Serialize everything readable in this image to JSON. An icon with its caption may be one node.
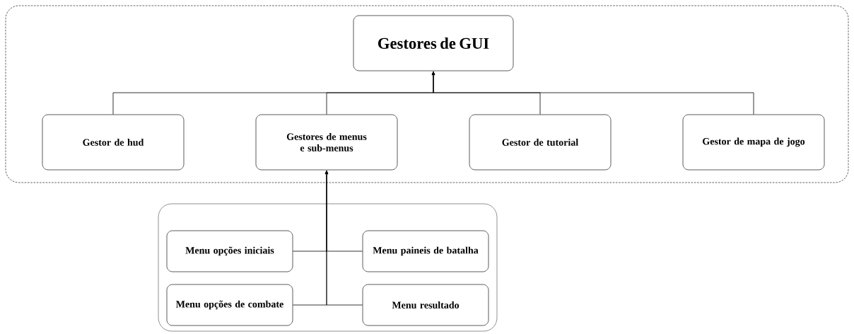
{
  "diagram": {
    "nodes": [
      {
        "text": [],
        "shape": "box"
      },
      {
        "text": [
          "Gestores de GUI"
        ],
        "in": 0
      },
      {
        "text": [
          "Gestor de hud"
        ],
        "in": 0
      },
      {
        "text": [
          "Gestores de menus e sub-menus"
        ],
        "in": 0
      },
      {
        "text": [
          "Gestor de tutorial"
        ],
        "in": 0
      },
      {
        "text": [
          "Gestor de mapa de jogo"
        ],
        "in": 0
      },
      {
        "text": [],
        "shape": "box"
      },
      {
        "text": [
          "Menu opções iniciais"
        ],
        "in": 6
      },
      {
        "text": [
          "Menu paineis de batalha"
        ],
        "in": 6
      },
      {
        "text": [
          "Menu opções de combate"
        ],
        "in": 6
      },
      {
        "text": [
          "Menu resultado"
        ],
        "in": 6
      }
    ],
    "edges": [
      {
        "from": 2,
        "to": 1,
        "arrow": "to"
      },
      {
        "from": 3,
        "to": 1,
        "arrow": "to"
      },
      {
        "from": 4,
        "to": 1,
        "arrow": "to"
      },
      {
        "from": 5,
        "to": 1,
        "arrow": "to"
      },
      {
        "from": 7,
        "to": 3,
        "arrow": "to"
      },
      {
        "from": 8,
        "to": 3,
        "arrow": "to"
      },
      {
        "from": 9,
        "to": 3,
        "arrow": "to"
      },
      {
        "from": 10,
        "to": 3,
        "arrow": "to"
      }
    ]
  }
}
